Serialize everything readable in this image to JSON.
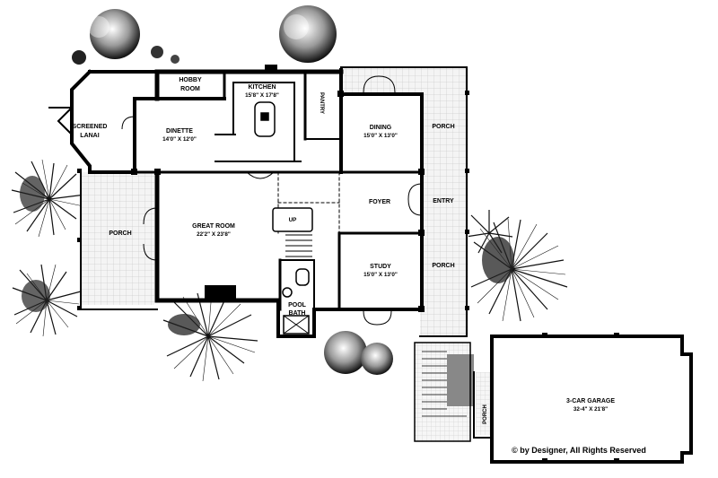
{
  "rooms": {
    "hobby": {
      "name": "HOBBY",
      "name2": "ROOM"
    },
    "kitchen": {
      "name": "KITCHEN",
      "dims": "15'8\" X 17'8\""
    },
    "pantry": {
      "name": "PANTRY"
    },
    "dinette": {
      "name": "DINETTE",
      "dims": "14'0\" X 12'0\""
    },
    "dining": {
      "name": "DINING",
      "dims": "15'0\" X 13'0\""
    },
    "lanai": {
      "name": "SCREENED",
      "name2": "LANAI"
    },
    "great": {
      "name": "GREAT ROOM",
      "dims": "22'2\" X 23'8\""
    },
    "foyer": {
      "name": "FOYER"
    },
    "entry": {
      "name": "ENTRY"
    },
    "porch_left": {
      "name": "PORCH"
    },
    "porch_top_r": {
      "name": "PORCH"
    },
    "porch_mid_r": {
      "name": "PORCH"
    },
    "porch_garage": {
      "name": "PORCH"
    },
    "stair": {
      "name": "UP"
    },
    "study": {
      "name": "STUDY",
      "dims": "15'0\" X 13'0\""
    },
    "pool_bath": {
      "name": "POOL",
      "name2": "BATH"
    },
    "garage": {
      "name": "3-CAR GARAGE",
      "dims": "32-4\" X 21'8\""
    }
  },
  "copyright": "© by Designer, All Rights Reserved"
}
